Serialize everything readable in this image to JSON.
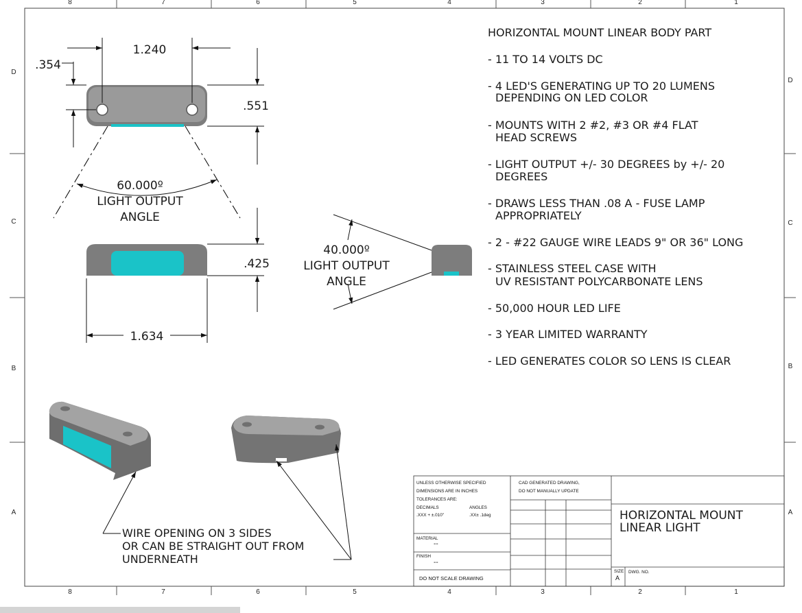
{
  "sheet": {
    "zones_top": [
      "8",
      "7",
      "6",
      "5",
      "4",
      "3",
      "2",
      "1"
    ],
    "zones_bottom": [
      "8",
      "7",
      "6",
      "5",
      "4",
      "3",
      "2",
      "1"
    ],
    "zones_left": [
      "D",
      "C",
      "B",
      "A"
    ],
    "zones_right": [
      "D",
      "C",
      "B",
      "A"
    ]
  },
  "dimensions": {
    "top_width": "1.240",
    "hole_offset": ".354",
    "top_height": ".551",
    "front_height": ".425",
    "front_width": "1.634",
    "angle_60_value": "60.000º",
    "angle_60_line1": "LIGHT OUTPUT",
    "angle_60_line2": "ANGLE",
    "angle_40_value": "40.000º",
    "angle_40_line1": "LIGHT OUTPUT",
    "angle_40_line2": "ANGLE"
  },
  "notes": {
    "title": "HORIZONTAL MOUNT LINEAR BODY PART",
    "n1": "- 11 TO 14 VOLTS DC",
    "n2a": "- 4 LED'S GENERATING UP TO 20 LUMENS",
    "n2b": "DEPENDING ON LED COLOR",
    "n3a": "- MOUNTS WITH 2  #2, #3 OR #4 FLAT",
    "n3b": "HEAD SCREWS",
    "n4a": "- LIGHT OUTPUT +/- 30 DEGREES by +/- 20",
    "n4b": "DEGREES",
    "n5a": "- DRAWS LESS THAN .08 A - FUSE LAMP",
    "n5b": "APPROPRIATELY",
    "n6": "- 2 - #22 GAUGE WIRE LEADS 9\" OR 36\" LONG",
    "n7a": "- STAINLESS STEEL CASE WITH",
    "n7b": "UV RESISTANT POLYCARBONATE LENS",
    "n8": "- 50,000 HOUR LED LIFE",
    "n9": "- 3 YEAR LIMITED WARRANTY",
    "n10": "- LED GENERATES COLOR SO LENS IS CLEAR"
  },
  "callout": {
    "line1": "WIRE OPENING ON 3 SIDES",
    "line2": "OR CAN BE STRAIGHT OUT FROM",
    "line3": "UNDERNEATH"
  },
  "title_block": {
    "unless1": "UNLESS OTHERWISE SPECIFIED",
    "unless2": "DIMENSIONS ARE IN INCHES",
    "unless3": "TOLERANCES ARE:",
    "decimals": "DECIMALS",
    "angles": "ANGLES",
    "dec_tol": ".XXX + ±.010\"",
    "ang_tol": ".XX± .1deg",
    "cad1": "CAD GENERATED DRAWING,",
    "cad2": "DO NOT MANUALLY UPDATE",
    "material_label": "MATERIAL",
    "material_value": "--",
    "finish_label": "FINISH",
    "finish_value": "--",
    "do_not_scale": "DO NOT SCALE DRAWING",
    "title1": "HORIZONTAL MOUNT",
    "title2": "LINEAR LIGHT",
    "size_label": "SIZE",
    "size_value": "A",
    "dwg_label": "DWG. NO."
  },
  "colors": {
    "lens": "#1ac3c8",
    "body": "#7d7d7d"
  }
}
